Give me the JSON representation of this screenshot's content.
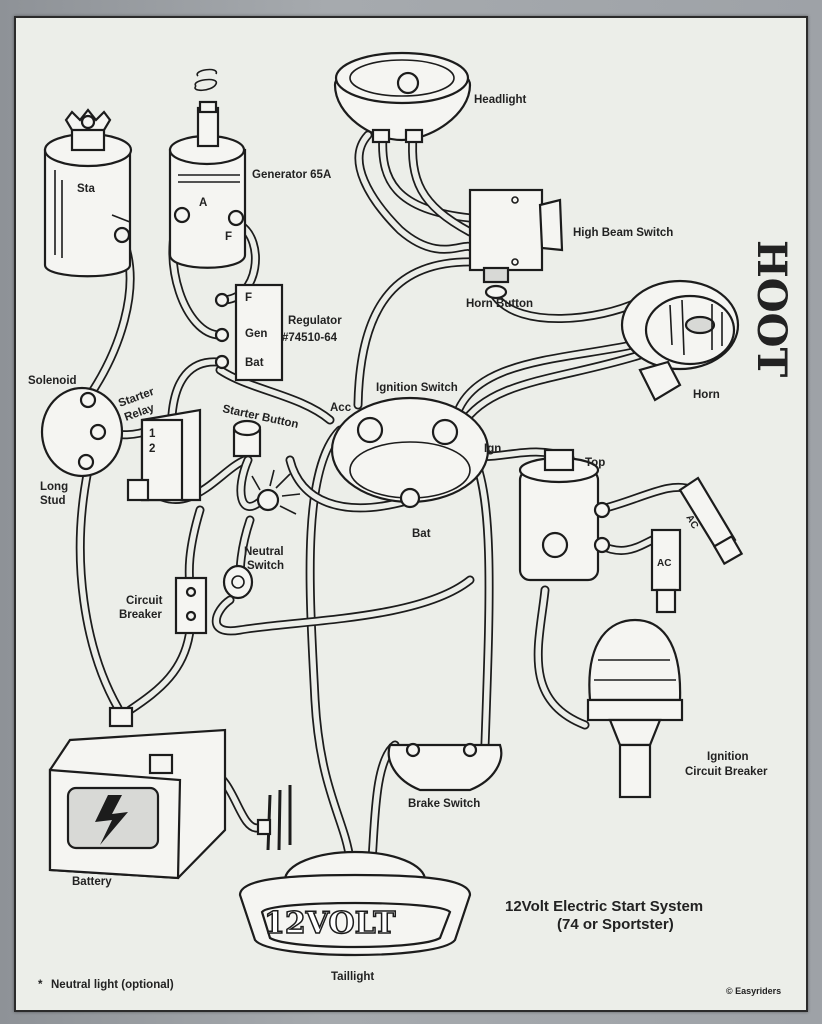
{
  "labels": {
    "headlight": "Headlight",
    "sta": "Sta",
    "generator": "Generator 65A",
    "gen_a": "A",
    "gen_f": "F",
    "high_beam": "High Beam Switch",
    "hoot": "HOOT",
    "horn_button": "Horn Button",
    "reg_f": "F",
    "reg_gen": "Gen",
    "reg_bat": "Bat",
    "regulator_1": "Regulator",
    "regulator_2": "#74510-64",
    "horn": "Horn",
    "solenoid": "Solenoid",
    "starter_relay_1": "Starter",
    "starter_relay_2": "Relay",
    "ignition_switch": "Ignition Switch",
    "acc": "Acc",
    "ign": "Ign",
    "starter_button": "Starter Button",
    "relay_1": "1",
    "relay_2": "2",
    "top": "Top",
    "bat": "Bat",
    "long_stud_1": "Long",
    "long_stud_2": "Stud",
    "neutral_switch_1": "Neutral",
    "neutral_switch_2": "Switch",
    "plug_ac_1": "AC",
    "plug_ac_2": "AC",
    "circuit_breaker_1": "Circuit",
    "circuit_breaker_2": "Breaker",
    "ignition_cb_1": "Ignition",
    "ignition_cb_2": "Circuit Breaker",
    "brake_switch": "Brake Switch",
    "battery": "Battery",
    "twelve_volt": "12VOLT",
    "title_1": "12Volt Electric Start System",
    "title_2": "(74 or Sportster)",
    "taillight": "Taillight",
    "neutral_light": "Neutral light (optional)",
    "neutral_light_mark": "*",
    "copyright": "© Easyriders"
  }
}
